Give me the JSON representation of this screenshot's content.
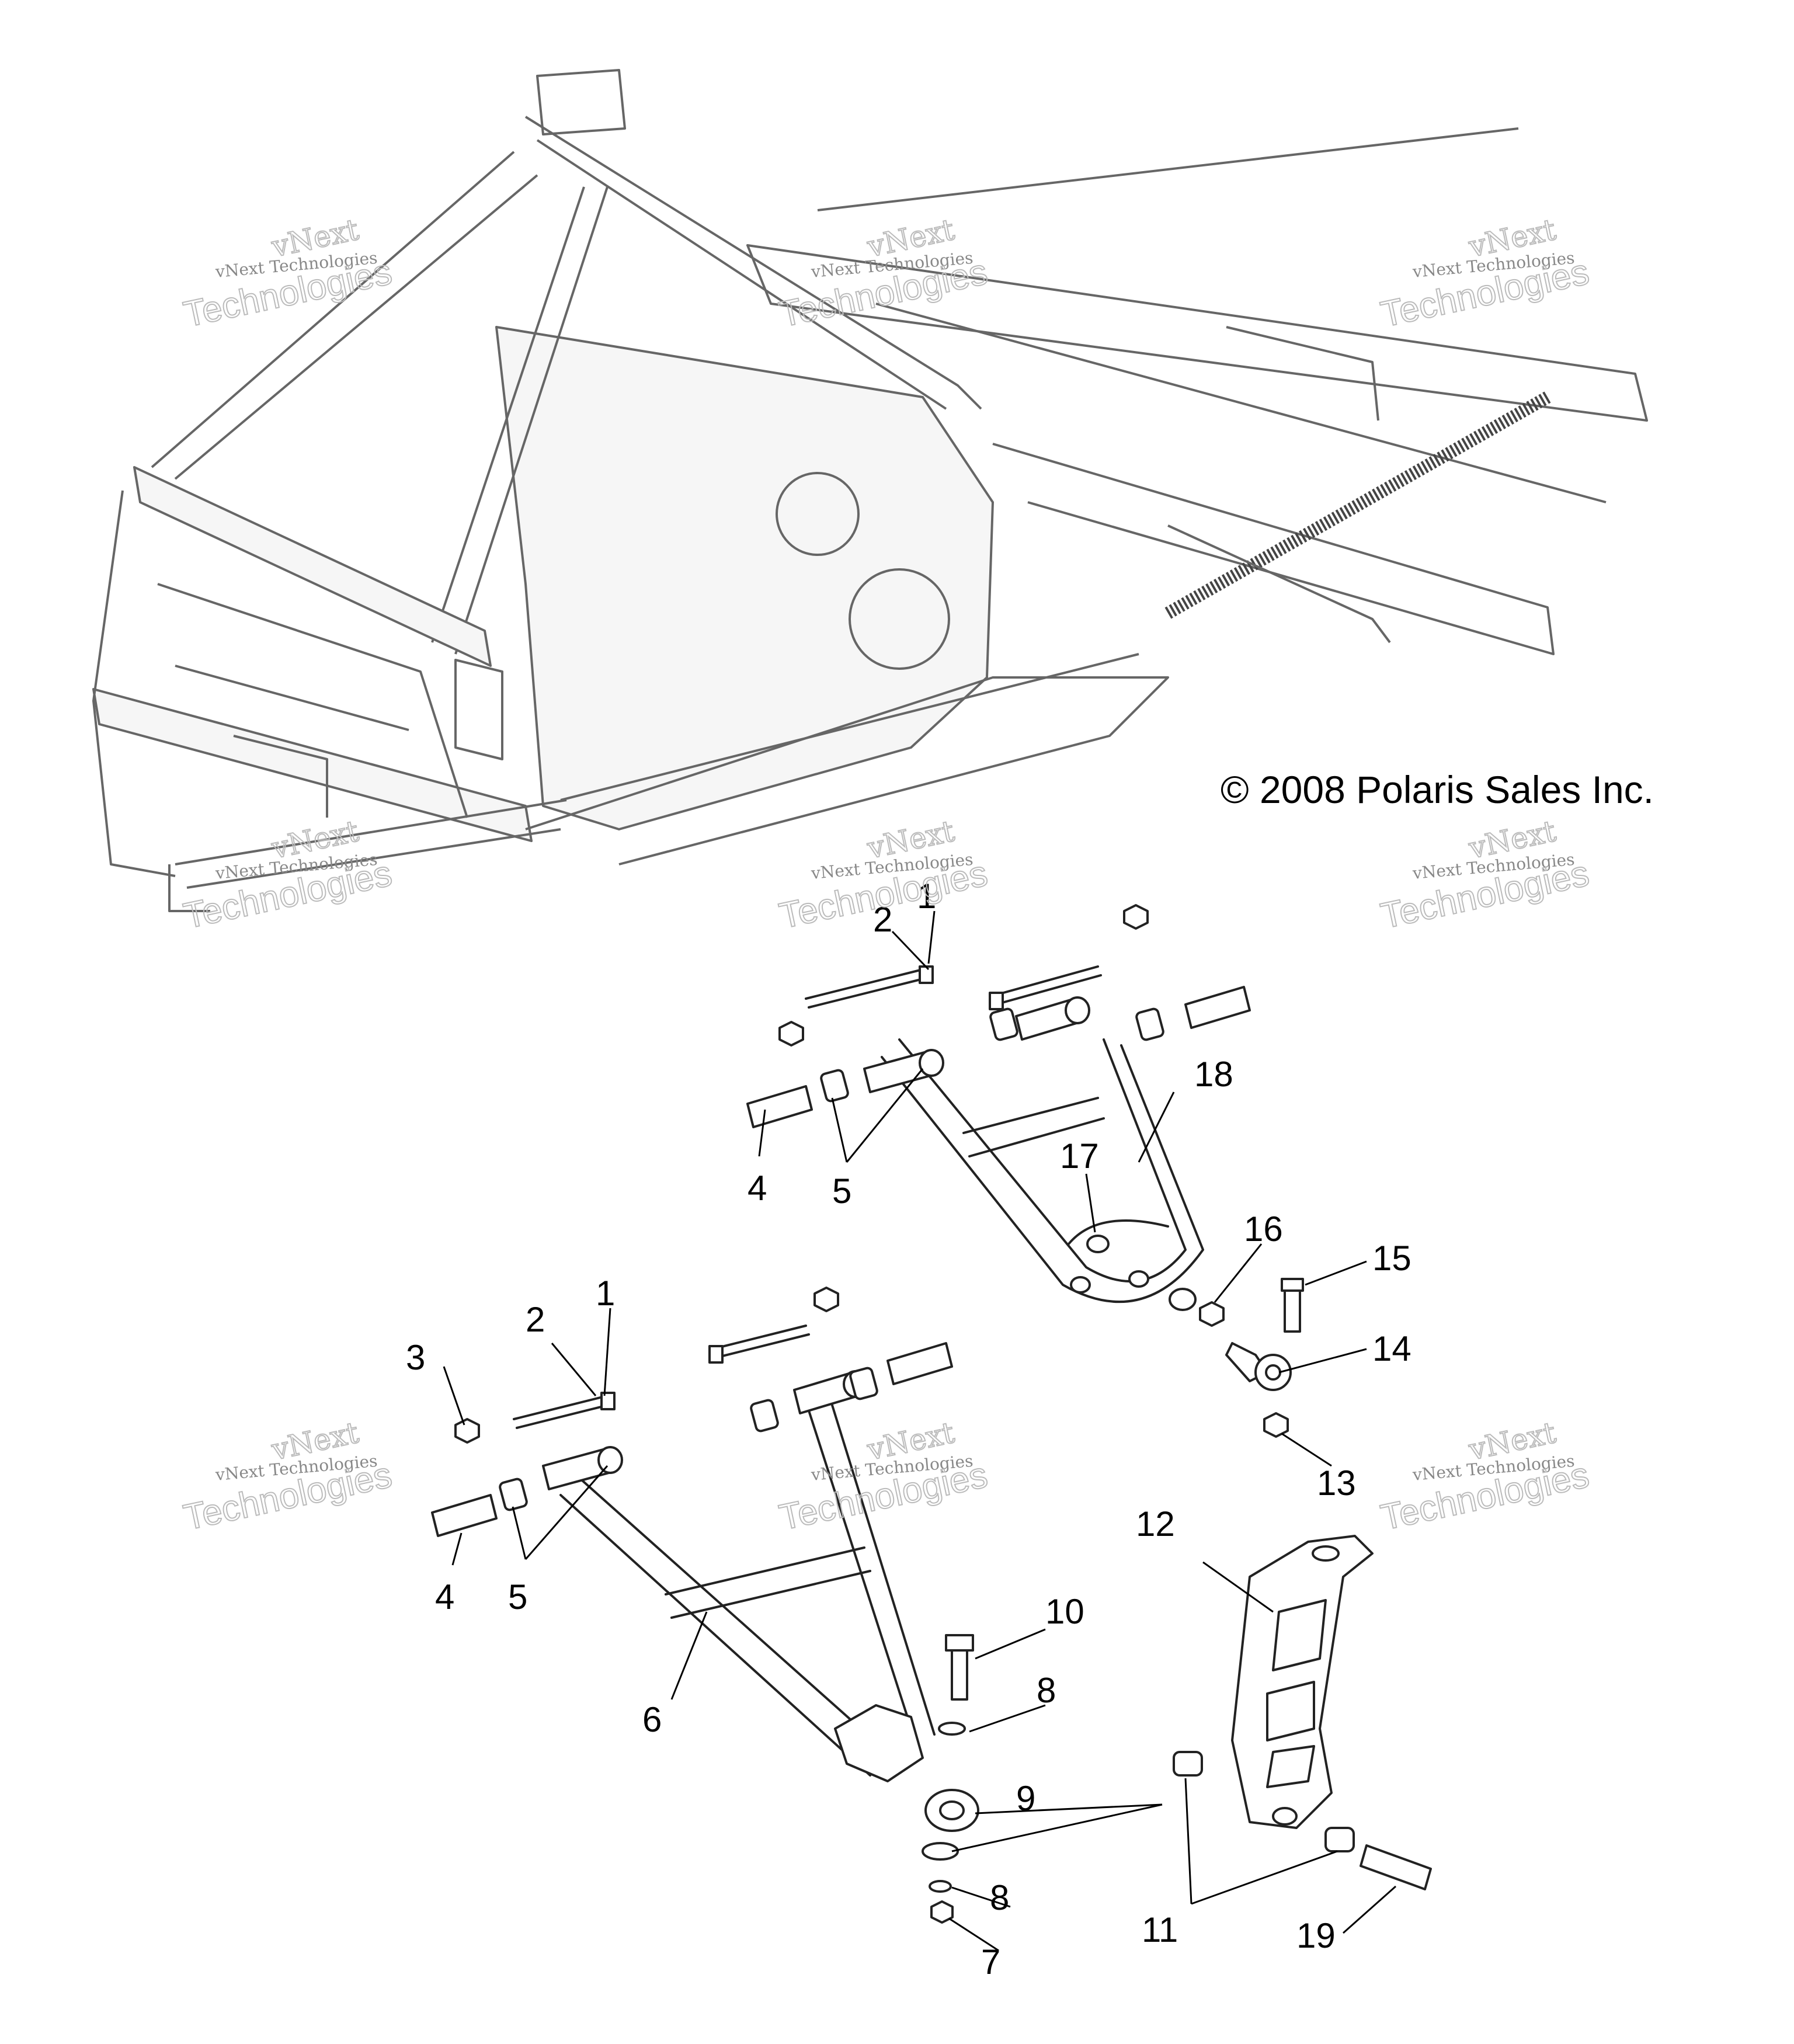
{
  "copyright": "© 2008 Polaris Sales Inc.",
  "watermark": {
    "line1": "vNext",
    "line2": "vNext Technologies",
    "line3": "Technologies"
  },
  "callouts": {
    "n1": "1",
    "n2": "2",
    "n3": "3",
    "n4": "4",
    "n5": "5",
    "n6": "6",
    "n7": "7",
    "n8": "8",
    "n9": "9",
    "n10": "10",
    "n11": "11",
    "n12": "12",
    "n13": "13",
    "n14": "14",
    "n15": "15",
    "n16": "16",
    "n17": "17",
    "n18": "18",
    "n19": "19"
  }
}
